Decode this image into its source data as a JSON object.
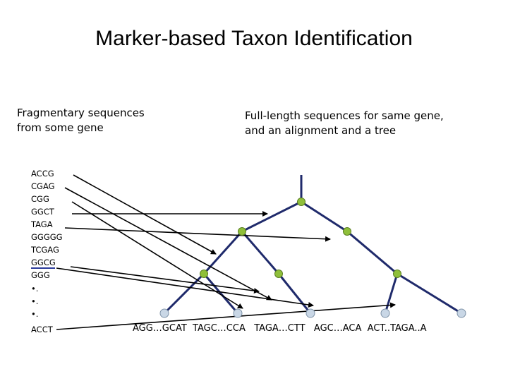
{
  "title": "Marker-based Taxon Identification",
  "left_caption": "Fragmentary sequences\nfrom some gene",
  "right_caption": "Full-length sequences for same gene,\nand an alignment and a tree",
  "fragments": [
    "ACCG",
    "CGAG",
    "CGG",
    "GGCT",
    "TAGA",
    "GGGGG",
    "TCGAG",
    "GGCG",
    "GGG",
    "•.",
    "•.",
    "•.",
    "ACCT"
  ],
  "full_sequences": "AGG…GCAT  TAGC…CCA   TAGA…CTT   AGC…ACA  ACT..TAGA..A",
  "colors": {
    "tree_edge": "#1f2a6b",
    "internal_node": "#8fbf3a",
    "leaf_node": "#c9d7e6",
    "arrow": "#000000",
    "highlight_underline": "#2a3a9a"
  }
}
